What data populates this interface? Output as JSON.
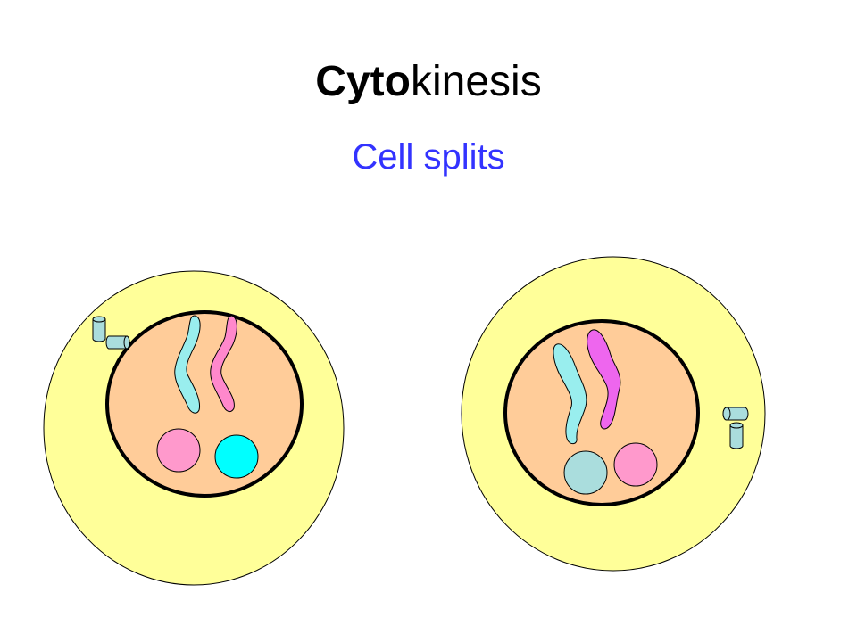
{
  "slide": {
    "title_bold": "Cyto",
    "title_rest": "kinesis",
    "subtitle": "Cell splits"
  },
  "colors": {
    "subtitle": "#3333ff",
    "cytoplasm": "#ffff99",
    "nucleus": "#ffcc99",
    "chromosome_light_blue": "#99eeee",
    "chromosome_pink": "#ff88cc",
    "chromosome_magenta": "#ee66ee",
    "nucleolus_pink": "#ff99cc",
    "nucleolus_cyan": "#00ffff",
    "nucleolus_pale_blue": "#aadddd",
    "centriole": "#aadddd",
    "outline": "#000000"
  },
  "diagram": {
    "cells": [
      {
        "name": "left-daughter-cell",
        "centriole_side": "upper-left",
        "chromosomes": [
          "light-blue",
          "pink"
        ],
        "nucleoli": [
          "pink",
          "cyan"
        ]
      },
      {
        "name": "right-daughter-cell",
        "centriole_side": "right",
        "chromosomes": [
          "light-blue",
          "magenta"
        ],
        "nucleoli": [
          "pale-blue",
          "pink"
        ]
      }
    ]
  }
}
